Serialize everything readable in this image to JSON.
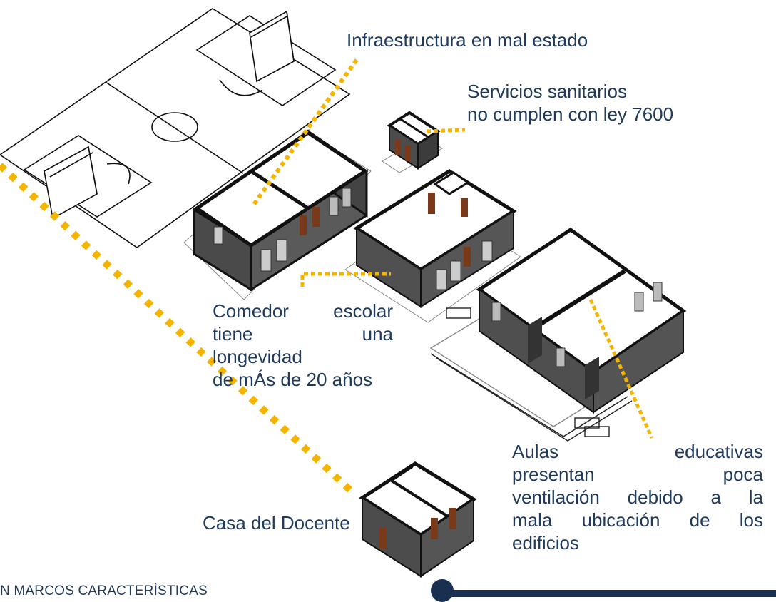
{
  "labels": {
    "infraestructura": "Infraestructura en mal estado",
    "sanitarios_line1": "Servicios sanitarios",
    "sanitarios_line2": "no cumplen con ley 7600",
    "comedor_line1": "Comedor escolar",
    "comedor_line2": "tiene una",
    "comedor_line3": "longevidad",
    "comedor_line4": "de mÁs de 20 años",
    "aulas_line1": "Aulas educativas",
    "aulas_line2": "presentan poca",
    "aulas_line3": "ventilación debido a la",
    "aulas_line4": "mala ubicación de los",
    "aulas_line5": "edificios",
    "casa": "Casa del Docente"
  },
  "footer": {
    "text": "N MARCOS CARACTERÌSTICAS"
  },
  "colors": {
    "callout_line": "#f4b400",
    "text": "#1f3a5a",
    "accent_bar": "#1a3050",
    "wall": "#4a4a4a",
    "door": "#7a3a1a"
  }
}
